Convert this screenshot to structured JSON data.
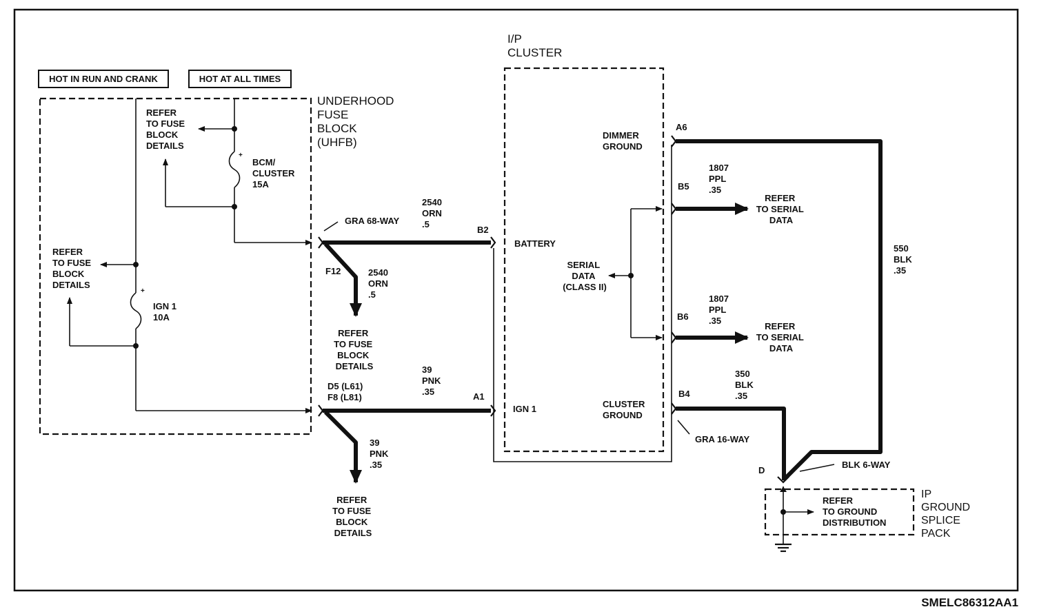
{
  "labels": {
    "hot_run_crank": "HOT IN RUN AND CRANK",
    "hot_all_times": "HOT AT ALL TIMES",
    "uhfb": [
      "UNDERHOOD",
      "FUSE",
      "BLOCK",
      "(UHFB)"
    ],
    "ip_cluster": [
      "I/P",
      "CLUSTER"
    ],
    "ip_ground": [
      "IP",
      "GROUND",
      "SPLICE",
      "PACK"
    ],
    "refer_fuse": [
      "REFER",
      "TO FUSE",
      "BLOCK",
      "DETAILS"
    ],
    "refer_serial": [
      "REFER",
      "TO SERIAL",
      "DATA"
    ],
    "refer_ground": [
      "REFER",
      "TO GROUND",
      "DISTRIBUTION"
    ],
    "fuse_bcm": [
      "BCM/",
      "CLUSTER",
      "15A"
    ],
    "fuse_ign": [
      "IGN 1",
      "10A"
    ],
    "gra68": "GRA 68-WAY",
    "gra16": "GRA 16-WAY",
    "blk6": "BLK 6-WAY",
    "f12": "F12",
    "d5f8": [
      "D5 (L61)",
      "F8 (L81)"
    ],
    "wire_2540_top": [
      "2540",
      "ORN",
      ".5"
    ],
    "wire_2540_mid": [
      "2540",
      "ORN",
      ".5"
    ],
    "wire_39_mid": [
      "39",
      "PNK",
      ".35"
    ],
    "wire_39_low": [
      "39",
      "PNK",
      ".35"
    ],
    "wire_1807_b5": [
      "1807",
      "PPL",
      ".35"
    ],
    "wire_1807_b6": [
      "1807",
      "PPL",
      ".35"
    ],
    "wire_550": [
      "550",
      "BLK",
      ".35"
    ],
    "wire_350": [
      "350",
      "BLK",
      ".35"
    ],
    "pin_b2": "B2",
    "pin_a1": "A1",
    "pin_a6": "A6",
    "pin_b5": "B5",
    "pin_b6": "B6",
    "pin_b4": "B4",
    "pin_d": "D",
    "battery": "BATTERY",
    "ign1": "IGN 1",
    "dimmer_ground": [
      "DIMMER",
      "GROUND"
    ],
    "cluster_ground": [
      "CLUSTER",
      "GROUND"
    ],
    "serial_data": [
      "SERIAL",
      "DATA",
      "(CLASS II)"
    ],
    "drawing_code": "SMELC86312AA1"
  }
}
